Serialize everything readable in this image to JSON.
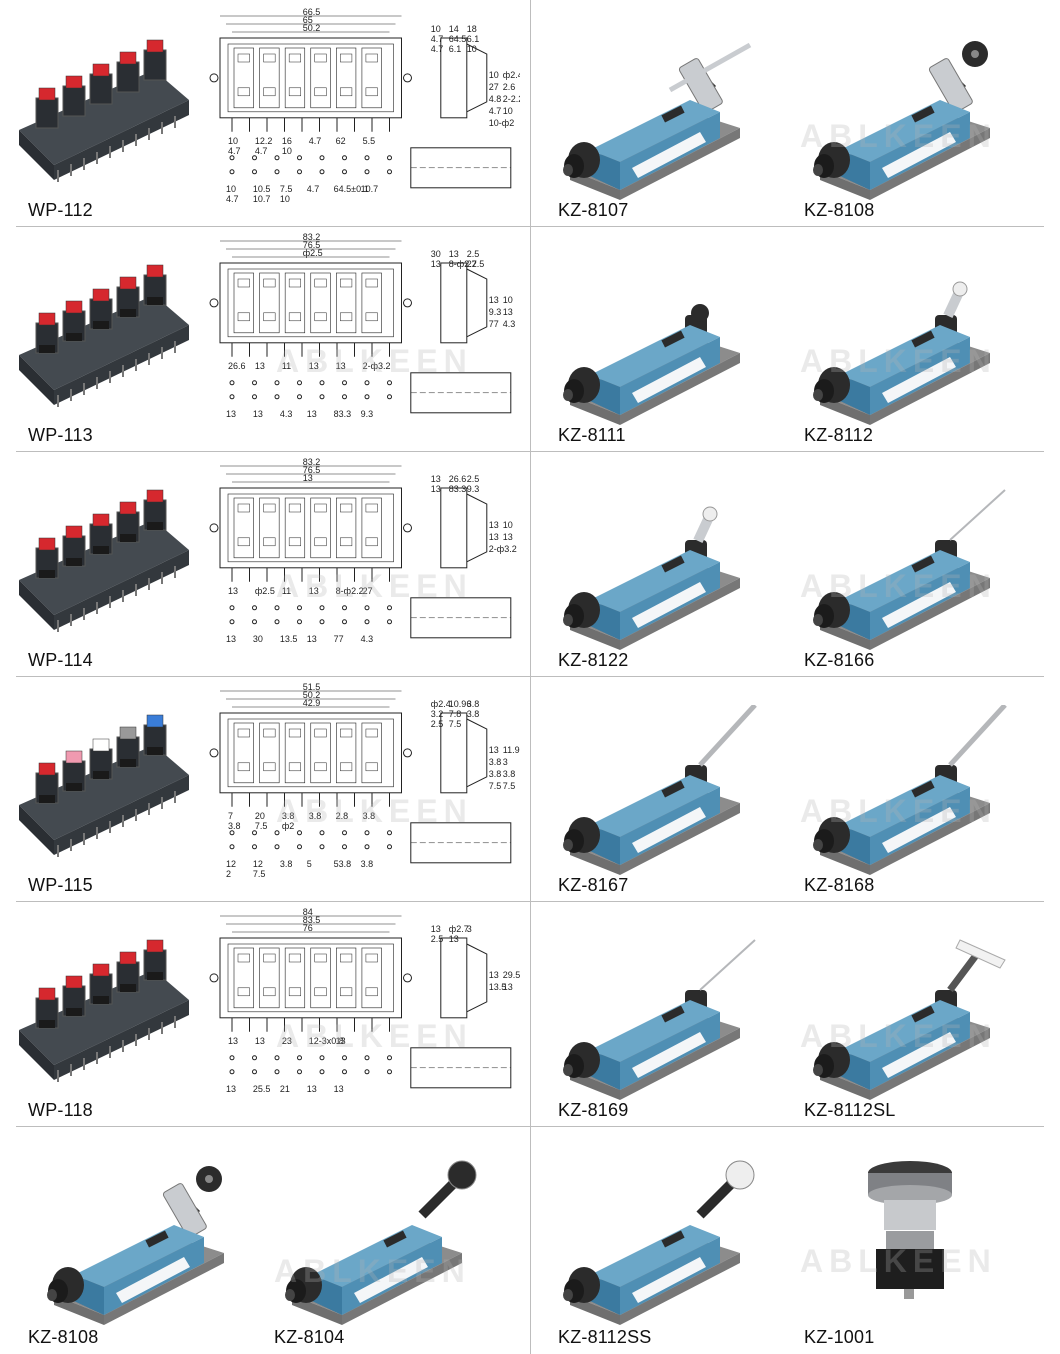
{
  "watermark": "ABLKEEN",
  "colors": {
    "switch_body": "#4f8fb4",
    "switch_base": "#8c8c8c",
    "terminal_body": "#2a2e33",
    "terminal_red": "#d6282e",
    "line": "#bdbdbd"
  },
  "rows": [
    {
      "left": {
        "model": "WP-112",
        "dims": [
          "66.5",
          "65",
          "50.2",
          "10",
          "10",
          "10",
          "10",
          "12.2",
          "14",
          "10.5",
          "ф2.4",
          "16",
          "18",
          "7.5",
          "27",
          "4.7",
          "4.7",
          "4.7",
          "2.6",
          "62",
          "64.5",
          "64.5±0.1",
          "4.8",
          "5.5",
          "6.1",
          "10.7",
          "2-2.2X3.2",
          "4.7",
          "4.7",
          "4.7",
          "4.7",
          "4.7",
          "6.1",
          "10.7",
          "10",
          "10",
          "10",
          "10",
          "10-ф2"
        ]
      },
      "right": [
        {
          "model": "KZ-8107",
          "icon": "limit-switch-adjustable-rod-icon"
        },
        {
          "model": "KZ-8108",
          "icon": "limit-switch-adjustable-roller-icon"
        }
      ]
    },
    {
      "left": {
        "model": "WP-113",
        "dims": [
          "83.2",
          "76.5",
          "ф2.5",
          "26.6",
          "30",
          "13",
          "13",
          "13",
          "13",
          "13",
          "10",
          "11",
          "2.5",
          "4.3",
          "9.3",
          "13",
          "13",
          "13",
          "13",
          "13",
          "8-ф2.2",
          "83.3",
          "77",
          "2-ф3.2",
          "27.5",
          "9.3",
          "4.3"
        ]
      },
      "right": [
        {
          "model": "KZ-8111",
          "icon": "limit-switch-plunger-icon"
        },
        {
          "model": "KZ-8112",
          "icon": "limit-switch-roller-plunger-icon"
        }
      ]
    },
    {
      "left": {
        "model": "WP-114",
        "dims": [
          "83.2",
          "76.5",
          "13",
          "13",
          "13",
          "13",
          "13",
          "ф2.5",
          "26.6",
          "30",
          "10",
          "11",
          "2.5",
          "13.5",
          "13",
          "13",
          "13",
          "13",
          "13",
          "8-ф2.2",
          "83.3",
          "77",
          "2-ф3.2",
          "27",
          "9.3",
          "4.3"
        ]
      },
      "right": [
        {
          "model": "KZ-8122",
          "icon": "limit-switch-roller-plunger-icon"
        },
        {
          "model": "KZ-8166",
          "icon": "limit-switch-wire-rod-icon"
        }
      ]
    },
    {
      "left": {
        "model": "WP-115",
        "dims": [
          "51.5",
          "50.2",
          "42.9",
          "7",
          "ф2.4",
          "12",
          "13",
          "20",
          "10.96",
          "12",
          "11.92",
          "3.8",
          "3.8",
          "3.8",
          "3.8",
          "3.8",
          "3.2",
          "5",
          "3",
          "2.8",
          "7.8",
          "53.8",
          "3.8",
          "3.8",
          "3.8",
          "3.8",
          "3.8",
          "3.8",
          "2.5",
          "2",
          "7.5",
          "7.5",
          "7.5",
          "7.5",
          "7.5",
          "ф2"
        ]
      },
      "right": [
        {
          "model": "KZ-8167",
          "icon": "limit-switch-spring-rod-icon"
        },
        {
          "model": "KZ-8168",
          "icon": "limit-switch-spring-rod-icon"
        }
      ]
    },
    {
      "left": {
        "model": "WP-118",
        "dims": [
          "84",
          "83.5",
          "76",
          "13",
          "13",
          "13",
          "13",
          "13",
          "ф2.7",
          "25.5",
          "29.5",
          "23",
          "3",
          "21",
          "13.5",
          "12-3x0.8",
          "2.5",
          "13",
          "13",
          "13",
          "13",
          "13"
        ]
      },
      "right": [
        {
          "model": "KZ-8169",
          "icon": "limit-switch-wire-rod-icon"
        },
        {
          "model": "KZ-8112SL",
          "icon": "limit-switch-t-handle-icon"
        }
      ]
    },
    {
      "left_pair": [
        {
          "model": "KZ-8108",
          "icon": "limit-switch-adjustable-roller-icon"
        },
        {
          "model": "KZ-8104",
          "icon": "limit-switch-roller-lever-icon"
        }
      ],
      "right": [
        {
          "model": "KZ-8112SS",
          "icon": "limit-switch-spring-roller-icon"
        },
        {
          "model": "KZ-1001",
          "icon": "mushroom-button-switch-icon"
        }
      ]
    }
  ]
}
